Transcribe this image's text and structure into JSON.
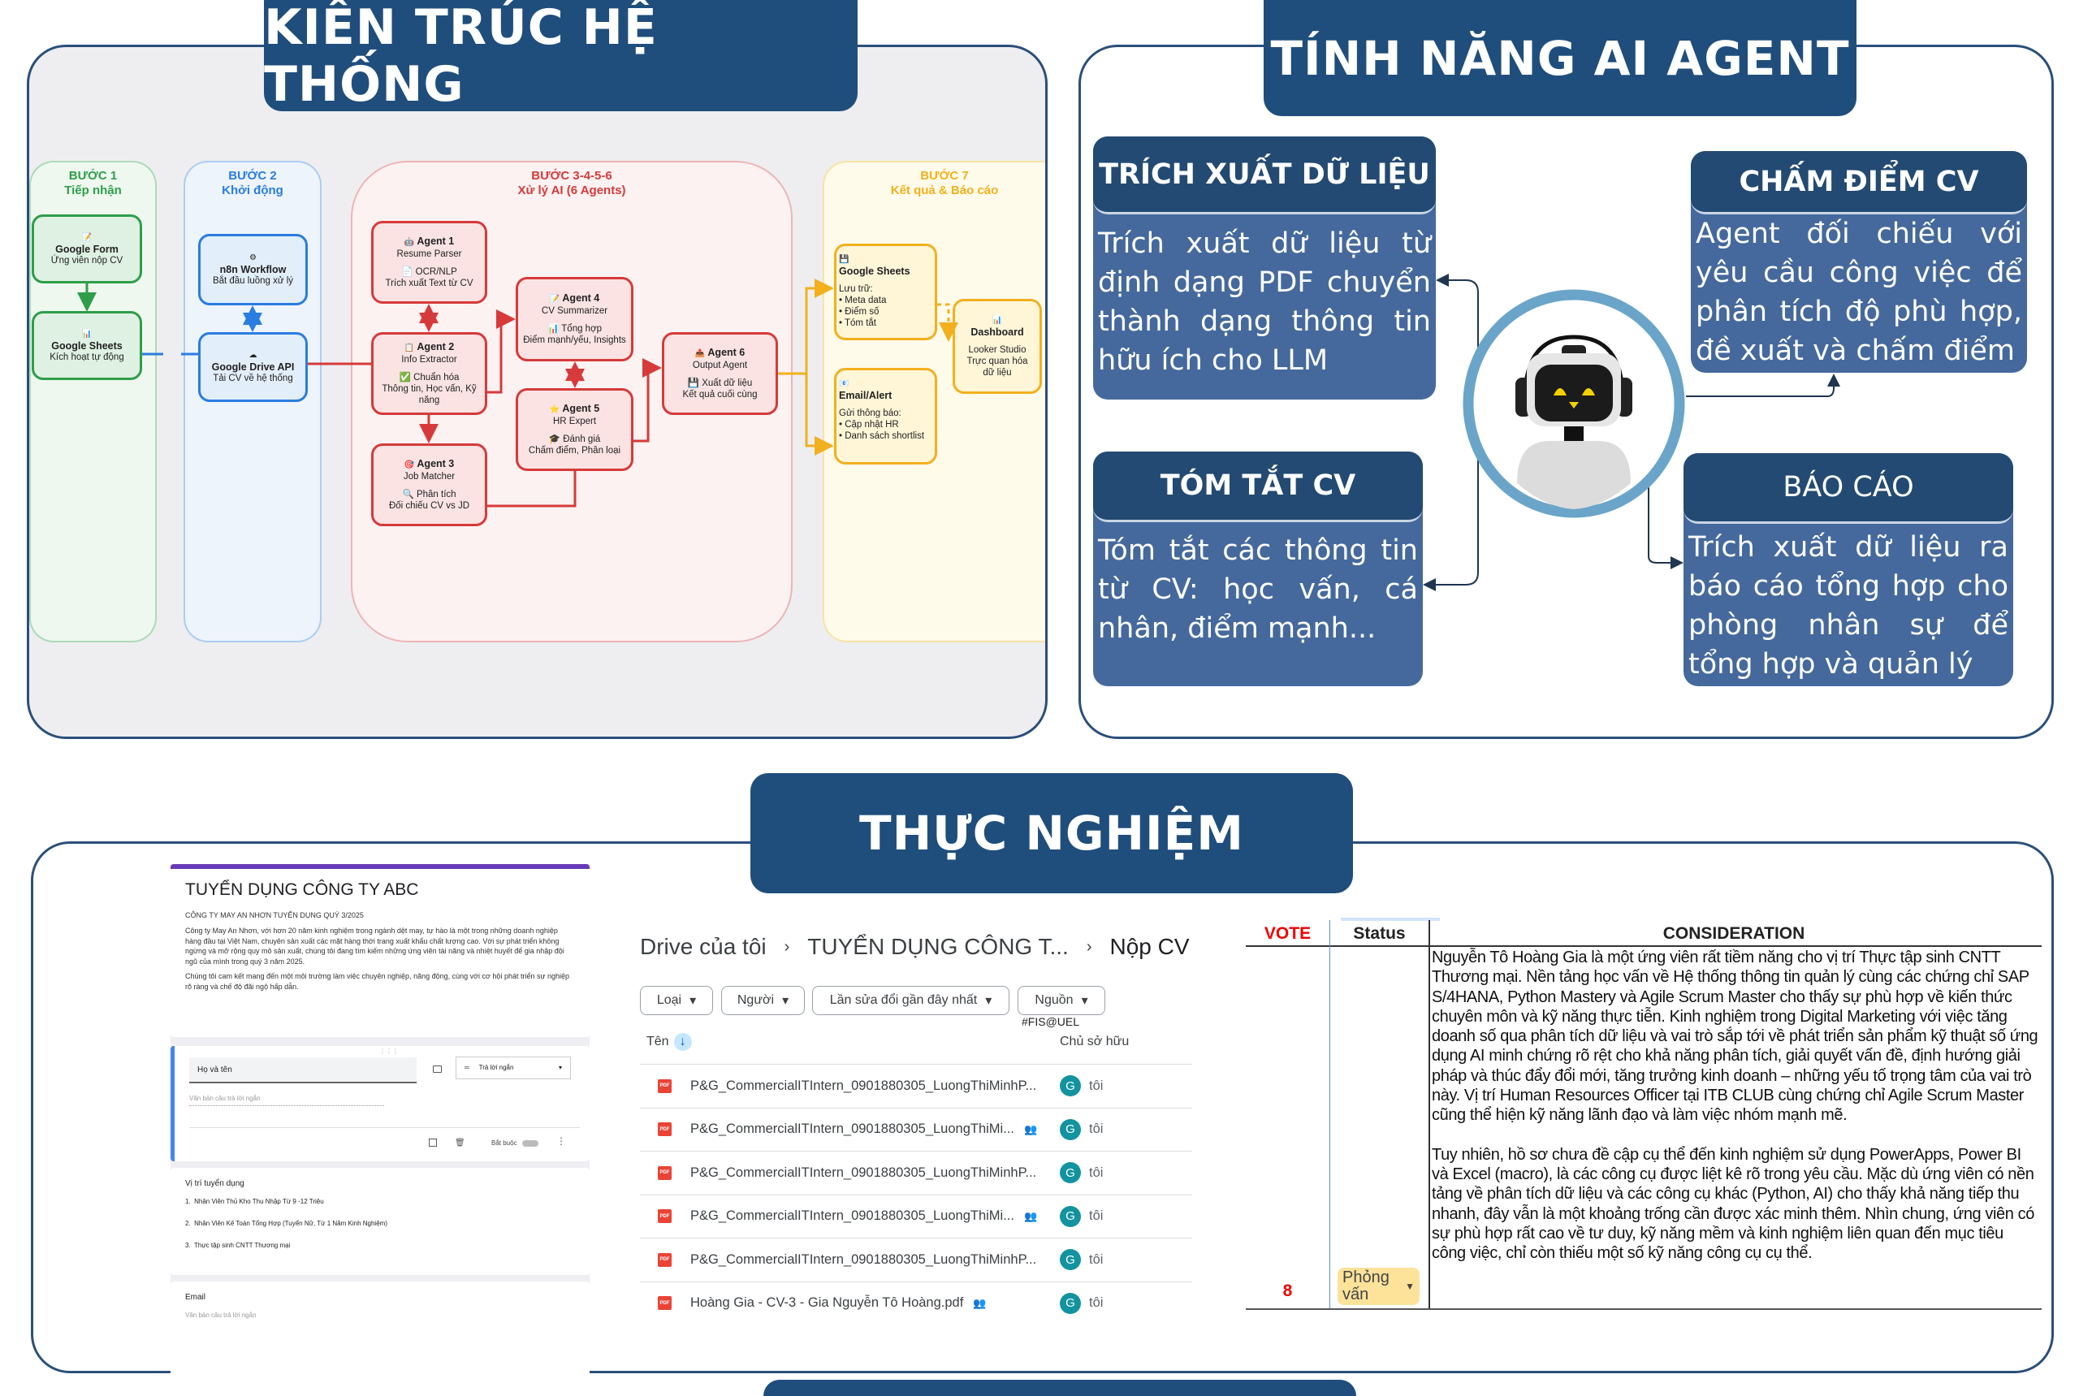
{
  "architecture": {
    "title": "KIẾN TRÚC HỆ THỐNG",
    "steps": [
      {
        "step": "BƯỚC 1",
        "name": "Tiếp nhận",
        "color": "#2e9e4a"
      },
      {
        "step": "BƯỚC 2",
        "name": "Khởi động",
        "color": "#2a7de1"
      },
      {
        "step": "BƯỚC 3-4-5-6",
        "name": "Xử lý AI (6 Agents)",
        "color": "#d63a3a"
      },
      {
        "step": "BƯỚC 7",
        "name": "Kết quả & Báo cáo",
        "color": "#f2b01e"
      }
    ],
    "nodes": [
      {
        "icon": "📝",
        "title": "Google Form",
        "lines": [
          "Ứng viên nộp CV"
        ]
      },
      {
        "icon": "📊",
        "title": "Google Sheets",
        "lines": [
          "Kích hoạt tự động"
        ]
      },
      {
        "icon": "⚙",
        "title": "n8n Workflow",
        "lines": [
          "Bắt đầu luồng xử lý"
        ]
      },
      {
        "icon": "☁",
        "title": "Google Drive API",
        "lines": [
          "Tải CV về hệ thống"
        ]
      },
      {
        "icon": "🤖",
        "title": "Agent 1",
        "lines": [
          "Resume Parser",
          "",
          "📄 OCR/NLP",
          "Trích xuất Text từ CV"
        ]
      },
      {
        "icon": "📋",
        "title": "Agent 2",
        "lines": [
          "Info Extractor",
          "",
          "✅ Chuẩn hóa",
          "Thông tin, Học vấn, Kỹ năng"
        ]
      },
      {
        "icon": "🎯",
        "title": "Agent 3",
        "lines": [
          "Job Matcher",
          "",
          "🔍 Phân tích",
          "Đối chiếu CV vs JD"
        ]
      },
      {
        "icon": "📝",
        "title": "Agent 4",
        "lines": [
          "CV Summarizer",
          "",
          "📊 Tổng hợp",
          "Điểm mạnh/yếu, Insights"
        ]
      },
      {
        "icon": "⭐",
        "title": "Agent 5",
        "lines": [
          "HR Expert",
          "",
          "🎓 Đánh giá",
          "Chấm điểm, Phân loại"
        ]
      },
      {
        "icon": "📤",
        "title": "Agent 6",
        "lines": [
          "Output Agent",
          "",
          "💾 Xuất dữ liệu",
          "Kết quả cuối cùng"
        ]
      },
      {
        "icon": "💾",
        "title": "Google Sheets",
        "lines": [
          "",
          "Lưu trữ:",
          "• Meta data",
          "• Điểm số",
          "• Tóm tắt"
        ]
      },
      {
        "icon": "📧",
        "title": "Email/Alert",
        "lines": [
          "",
          "Gửi thông báo:",
          "• Cập nhật HR",
          "• Danh sách shortlist"
        ]
      },
      {
        "icon": "📊",
        "title": "Dashboard",
        "lines": [
          "",
          "Looker Studio",
          "Trực quan hóa",
          "dữ liệu"
        ]
      }
    ]
  },
  "features": {
    "title": "TÍNH NĂNG AI AGENT",
    "items": [
      {
        "title": "TRÍCH XUẤT DỮ LIỆU",
        "body": "Trích xuất dữ liệu từ định dạng PDF chuyển thành dạng thông tin hữu ích cho LLM"
      },
      {
        "title": "CHẤM ĐIỂM CV",
        "body": "Agent đối chiếu với yêu cầu công việc để phân tích độ phù hợp, đề xuất và chấm điểm"
      },
      {
        "title": "TÓM TẮT CV",
        "body": "Tóm tắt các thông tin từ CV: học vấn, cá nhân, điểm mạnh..."
      },
      {
        "title": "BÁO CÁO",
        "body": "Trích xuất dữ liệu ra báo cáo tổng hợp cho phòng nhân sự để tổng hợp và quản lý"
      }
    ],
    "center_icon": "robot-headset-icon"
  },
  "experiment": {
    "title": "THỰC NGHIỆM",
    "form": {
      "title": "TUYỂN DỤNG CÔNG TY ABC",
      "subtitle": "CÔNG TY MAY AN NHƠN TUYỂN DỤNG QUÝ 3/2025",
      "desc1": "Công ty May An Nhơn, với hơn 20 năm kinh nghiệm trong ngành dệt may, tự hào là một trong những doanh nghiệp hàng đầu tại Việt Nam, chuyên sản xuất các mặt hàng thời trang xuất khẩu chất lượng cao. Với sự phát triển không ngừng và mở rộng quy mô sản xuất, chúng tôi đang tìm kiếm những ứng viên tài năng và nhiệt huyết để gia nhập đội ngũ của mình trong quý 3 năm 2025.",
      "desc2": "Chúng tôi cam kết mang đến một môi trường làm việc chuyên nghiệp, năng động, cùng với cơ hội phát triển sự nghiệp rõ ràng và chế độ đãi ngộ hấp dẫn.",
      "question1": "Họ và tên",
      "question1_type": "Trả lời ngắn",
      "answer_placeholder": "Văn bản câu trả lời ngắn",
      "required_label": "Bắt buộc",
      "required": false,
      "positions_label": "Vị trí tuyển dụng",
      "positions": [
        "Nhân Viên Thủ Kho Thu Nhập Từ 9 -12 Triệu",
        "Nhân Viên Kế Toán Tổng Hợp (Tuyển Nữ, Từ 1 Năm Kinh Nghiệm)",
        "Thực tập sinh CNTT Thương mại"
      ],
      "email_label": "Email"
    },
    "drive": {
      "breadcrumb": [
        "Drive của tôi",
        "TUYỂN DỤNG CÔNG T...",
        "Nộp CV"
      ],
      "filters": [
        "Loại",
        "Người",
        "Lần sửa đổi gần đây nhất",
        "Nguồn"
      ],
      "watermark": "#FIS@UEL",
      "col_name": "Tên",
      "col_owner": "Chủ sở hữu",
      "files": [
        {
          "name": "P&G_CommercialITIntern_0901880305_LuongThiMinhP...",
          "shared": false,
          "owner": "tôi"
        },
        {
          "name": "P&G_CommercialITIntern_0901880305_LuongThiMi...",
          "shared": true,
          "owner": "tôi"
        },
        {
          "name": "P&G_CommercialITIntern_0901880305_LuongThiMinhP...",
          "shared": false,
          "owner": "tôi"
        },
        {
          "name": "P&G_CommercialITIntern_0901880305_LuongThiMi...",
          "shared": true,
          "owner": "tôi"
        },
        {
          "name": "P&G_CommercialITIntern_0901880305_LuongThiMinhP...",
          "shared": false,
          "owner": "tôi"
        },
        {
          "name": "Hoàng Gia - CV-3 - Gia Nguyễn Tô Hoàng.pdf",
          "shared": true,
          "owner": "tôi"
        }
      ],
      "avatar_letter": "G"
    },
    "sheet": {
      "headers": [
        "VOTE",
        "Status",
        "CONSIDERATION"
      ],
      "vote": "8",
      "status": "Phỏng vấn",
      "consideration_p1": "Nguyễn Tô Hoàng Gia là một ứng viên rất tiềm năng cho vị trí Thực tập sinh CNTT Thương mại. Nền tảng học vấn về Hệ thống thông tin quản lý cùng các chứng chỉ SAP S/4HANA, Python Mastery và Agile Scrum Master cho thấy sự phù hợp về kiến thức chuyên môn và kỹ năng thực tiễn. Kinh nghiệm trong Digital Marketing với việc tăng doanh số qua phân tích dữ liệu và vai trò sắp tới về phát triển sản phẩm kỹ thuật số ứng dụng AI minh chứng rõ rệt cho khả năng phân tích, giải quyết vấn đề, định hướng giải pháp và thúc đẩy đổi mới, tăng trưởng kinh doanh – những yếu tố trọng tâm của vai trò này. Vị trí Human Resources Officer tại ITB CLUB cùng chứng chỉ Agile Scrum Master cũng thể hiện kỹ năng lãnh đạo và làm việc nhóm mạnh mẽ.",
      "consideration_p2": "Tuy nhiên, hồ sơ chưa đề cập cụ thể đến kinh nghiệm sử dụng PowerApps, Power BI và Excel (macro), là các công cụ được liệt kê rõ trong yêu cầu. Mặc dù ứng viên có nền tảng về phân tích dữ liệu và các công cụ khác (Python, AI) cho thấy khả năng tiếp thu nhanh, đây vẫn là một khoảng trống cần được xác minh thêm. Nhìn chung, ứng viên có sự phù hợp rất cao về tư duy, kỹ năng mềm và kinh nghiệm liên quan đến mục tiêu công việc, chỉ còn thiếu một số kỹ năng công cụ cụ thể."
    }
  },
  "colors": {
    "title_bg": "#1f4e7c",
    "feature_head": "#234a72",
    "feature_body": "#45699c",
    "robot_ring": "#6aa5c9"
  }
}
